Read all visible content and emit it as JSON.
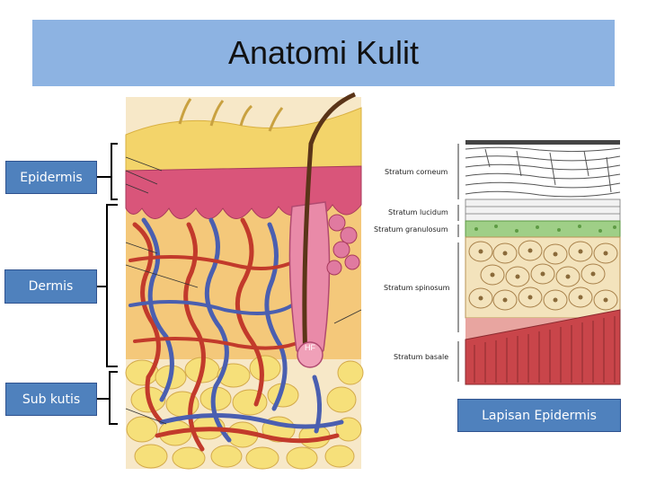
{
  "title": "Anatomi Kulit",
  "layers": {
    "epidermis": "Epidermis",
    "dermis": "Dermis",
    "subkutis": "Sub kutis"
  },
  "caption": "Lapisan Epidermis",
  "hf_label": "HF",
  "strata": {
    "corneum": "Stratum corneum",
    "lucidum": "Stratum lucidum",
    "granulosum": "Stratum granulosum",
    "spinosum": "Stratum spinosum",
    "basale": "Stratum basale"
  },
  "colors": {
    "title_bg": "#8db3e2",
    "label_bg": "#4f81bd",
    "epidermis": "#f3d46a",
    "dermis": "#f4c87a",
    "fat": "#f6e07a",
    "artery": "#c23a2b",
    "vein": "#4a5fb0",
    "granulosum": "#74b35a",
    "basale": "#c9454a"
  }
}
